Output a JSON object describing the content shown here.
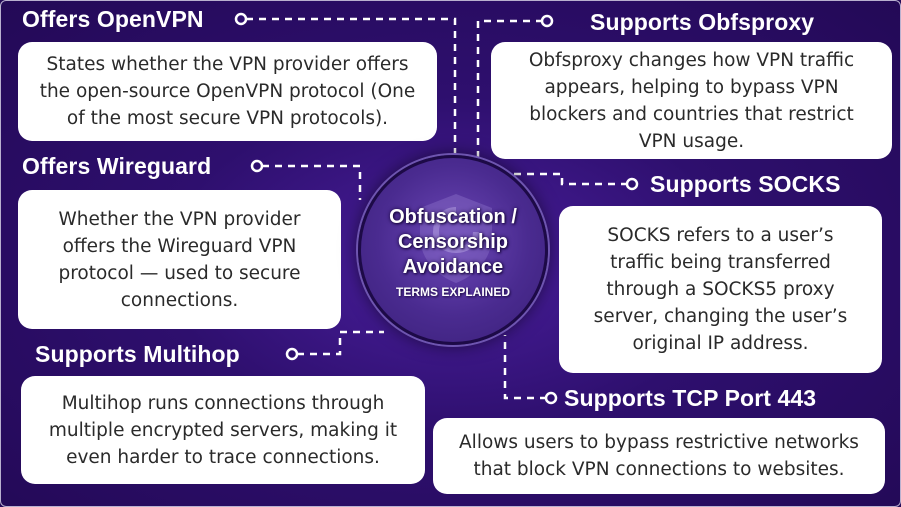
{
  "center": {
    "title_line1": "Obfuscation /",
    "title_line2": "Censorship",
    "title_line3": "Avoidance",
    "subtitle": "TERMS EXPLAINED"
  },
  "terms": {
    "openvpn": {
      "title": "Offers OpenVPN",
      "desc": [
        "States whether the VPN provider offers",
        "the open-source OpenVPN protocol (One",
        "of the most secure VPN protocols)."
      ]
    },
    "wireguard": {
      "title": "Offers Wireguard",
      "desc": [
        "Whether the VPN provider",
        "offers the Wireguard VPN",
        "protocol — used to secure",
        "connections."
      ]
    },
    "multihop": {
      "title": "Supports Multihop",
      "desc": [
        "Multihop runs connections through",
        "multiple encrypted servers, making it",
        "even harder to trace connections."
      ]
    },
    "obfsproxy": {
      "title": "Supports Obfsproxy",
      "desc": [
        "Obfsproxy changes how VPN traffic",
        "appears, helping to bypass VPN",
        "blockers and countries that restrict",
        "VPN usage."
      ]
    },
    "socks": {
      "title": "Supports SOCKS",
      "desc": [
        "SOCKS refers to a user’s",
        "traffic being transferred",
        "through a SOCKS5 proxy",
        "server, changing the user’s",
        "original IP address."
      ]
    },
    "tcp443": {
      "title": "Supports TCP Port 443",
      "desc": [
        "Allows users to bypass restrictive networks",
        "that block VPN connections to websites."
      ]
    }
  },
  "colors": {
    "background": "#2e0f6e",
    "card": "#ffffff",
    "connector": "#ffffff"
  }
}
